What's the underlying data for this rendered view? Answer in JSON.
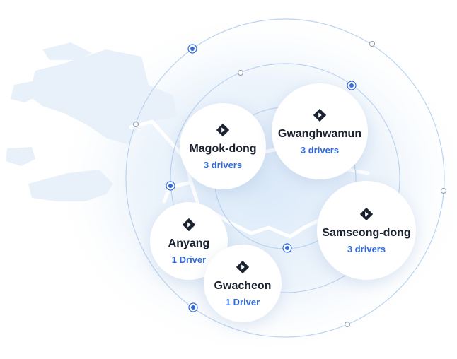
{
  "colors": {
    "accent": "#2f6bdc",
    "orbit": "#bcd3f0",
    "land": "#e6f0fa",
    "label": "#1b2230"
  },
  "locations": [
    {
      "id": "magok-dong",
      "name": "Magok-dong",
      "count": "3 drivers",
      "icon": "logo-icon"
    },
    {
      "id": "gwanghwamun",
      "name": "Gwanghwamun",
      "count": "3 drivers",
      "icon": "logo-icon"
    },
    {
      "id": "samseong-dong",
      "name": "Samseong-dong",
      "count": "3 drivers",
      "icon": "logo-icon"
    },
    {
      "id": "anyang",
      "name": "Anyang",
      "count": "1 Driver",
      "icon": "logo-icon"
    },
    {
      "id": "gwacheon",
      "name": "Gwacheon",
      "count": "1 Driver",
      "icon": "logo-icon"
    }
  ]
}
